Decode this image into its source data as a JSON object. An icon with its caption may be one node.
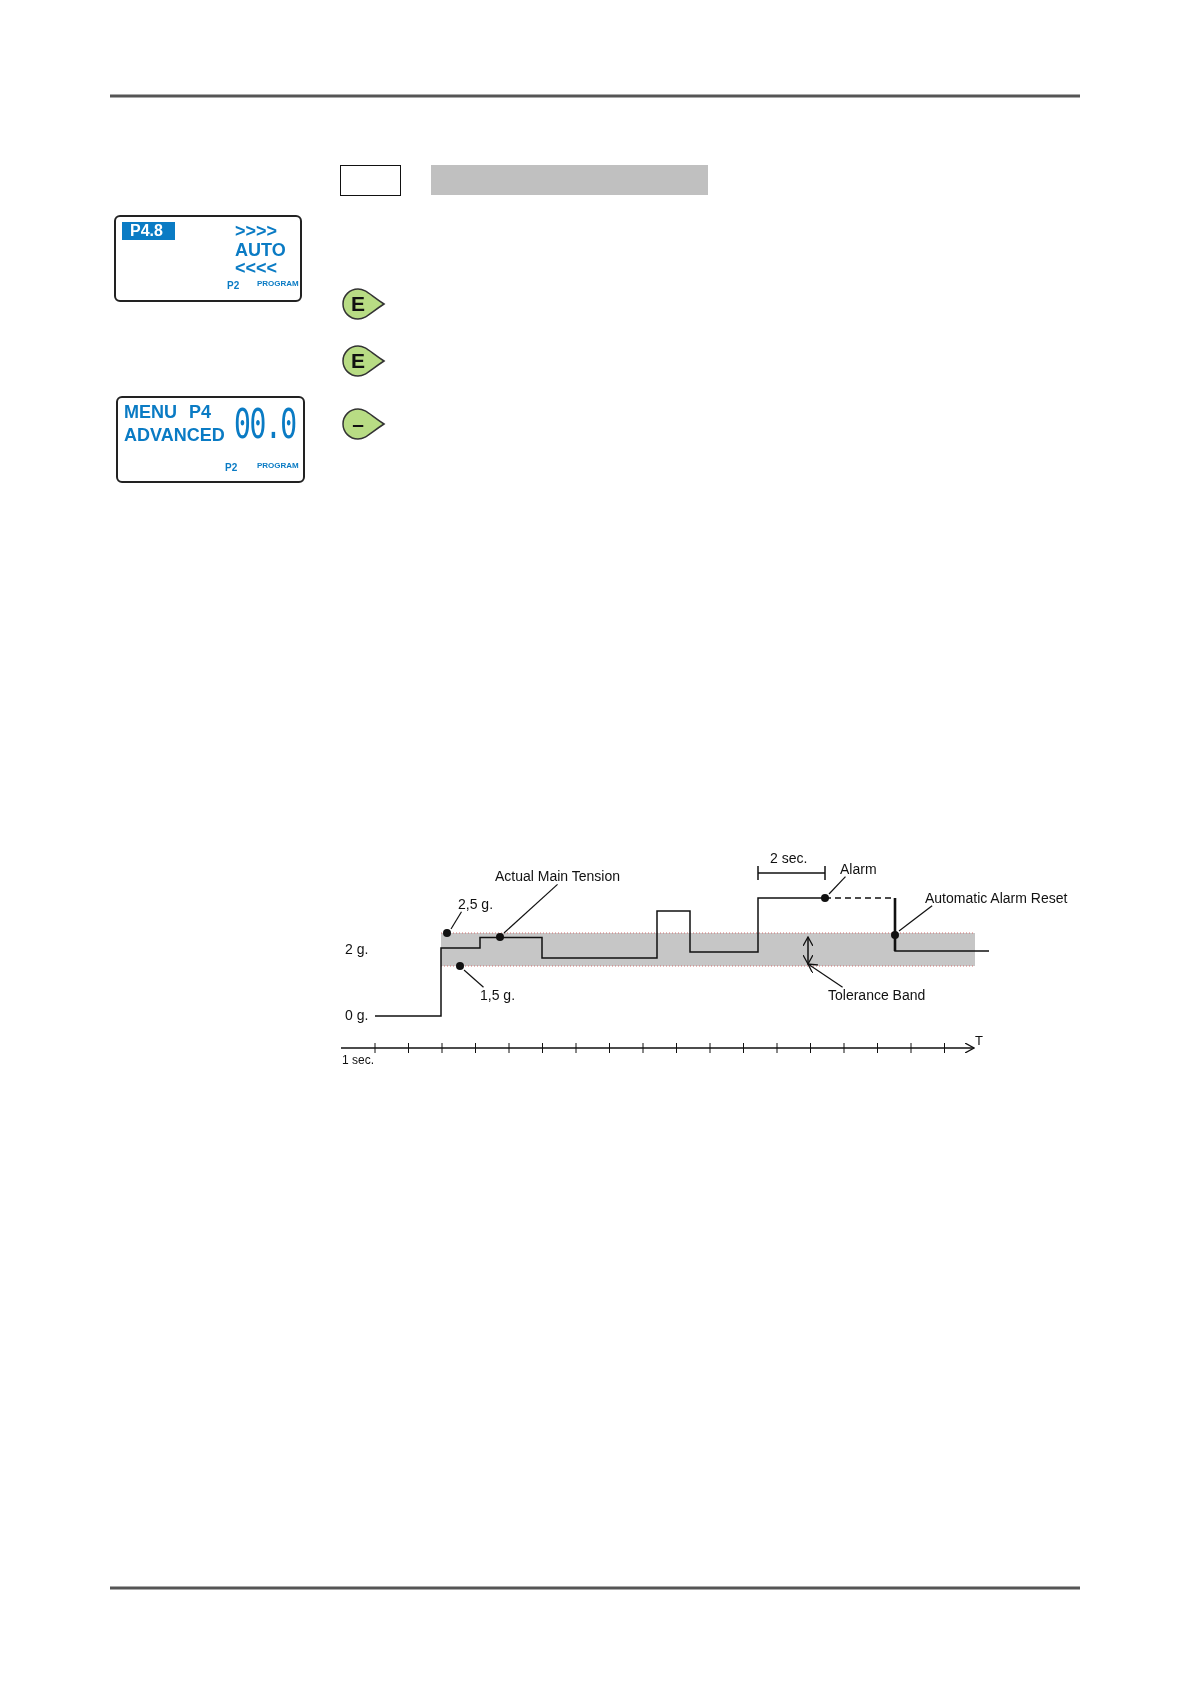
{
  "diagram": {
    "nodes": [
      {
        "text": [
          "P4.8",
          ">>>>",
          "AUTO",
          "<<<<",
          "P2",
          "PROGRAM"
        ]
      },
      {
        "text": [
          "MENU",
          "P4",
          "ADVANCED",
          "00.0",
          "P2",
          "PROGRAM"
        ]
      },
      {
        "text": [
          "E"
        ]
      },
      {
        "text": [
          "E"
        ]
      },
      {
        "text": [
          "–"
        ]
      },
      {
        "text": [
          "2,5 g."
        ]
      },
      {
        "text": [],
        "shape": "circle"
      },
      {
        "text": [
          "Actual Main Tension"
        ]
      },
      {
        "text": [],
        "shape": "circle"
      },
      {
        "text": [
          "1,5 g."
        ]
      },
      {
        "text": [],
        "shape": "circle"
      },
      {
        "text": [
          "Alarm"
        ]
      },
      {
        "text": [],
        "shape": "circle"
      },
      {
        "text": [
          "Automatic Alarm Reset"
        ]
      },
      {
        "text": [],
        "shape": "circle"
      },
      {
        "text": [
          "Tolerance Band"
        ]
      },
      {
        "text": [],
        "shape": "arrow"
      },
      {
        "text": [],
        "shape": "box"
      },
      {
        "text": [],
        "shape": "bar"
      }
    ],
    "edges": [
      {
        "from": 5,
        "to": 6,
        "arrow": "none"
      },
      {
        "from": 7,
        "to": 8,
        "arrow": "none"
      },
      {
        "from": 9,
        "to": 10,
        "arrow": "none"
      },
      {
        "from": 11,
        "to": 12,
        "arrow": "none"
      },
      {
        "from": 13,
        "to": 14,
        "arrow": "none"
      },
      {
        "from": 15,
        "to": 16,
        "arrow": "to"
      }
    ],
    "labels": [
      "2 sec.",
      "2 g.",
      "0 g.",
      "1 sec.",
      "T"
    ]
  }
}
